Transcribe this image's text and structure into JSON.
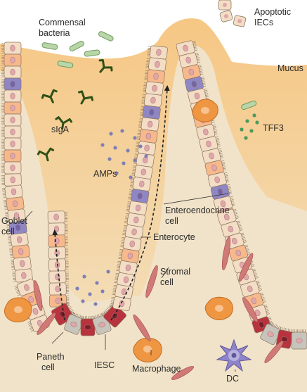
{
  "labels": {
    "commensal_bacteria_1": "Commensal",
    "commensal_bacteria_2": "bacteria",
    "apoptotic_iecs_1": "Apoptotic",
    "apoptotic_iecs_2": "IECs",
    "mucus": "Mucus",
    "siga": "sIgA",
    "tff3": "TFF3",
    "amps": "AMPs",
    "goblet_cell_1": "Goblet",
    "goblet_cell_2": "cell",
    "enteroendocrine_cell_1": "Enteroendocrine",
    "enteroendocrine_cell_2": "cell",
    "enterocyte": "Enterocyte",
    "stromal_cell_1": "Stromal",
    "stromal_cell_2": "cell",
    "paneth_cell_1": "Paneth",
    "paneth_cell_2": "cell",
    "iesc": "IESC",
    "macrophage": "Macrophage",
    "dc": "DC"
  },
  "colors": {
    "lamina_propria": "#f1e0c4",
    "mucus": "#f6c784",
    "enterocyte": "#f3ddc4",
    "goblet_cell": "#f7b98c",
    "enteroendocrine_cell": "#8f86c4",
    "paneth_cell": "#b8333e",
    "stem_cell": "#c7c4bb",
    "nucleus": "#e0a7ab",
    "bacteria": "#b9d6a8",
    "antibody": "#2d5016",
    "amp_dots": "#7f7fb7",
    "tff3_dots": "#4a9a5a",
    "macrophage": "#ef9642",
    "dendritic_cell": "#8f84c9",
    "stromal_cell": "#d07a78"
  }
}
